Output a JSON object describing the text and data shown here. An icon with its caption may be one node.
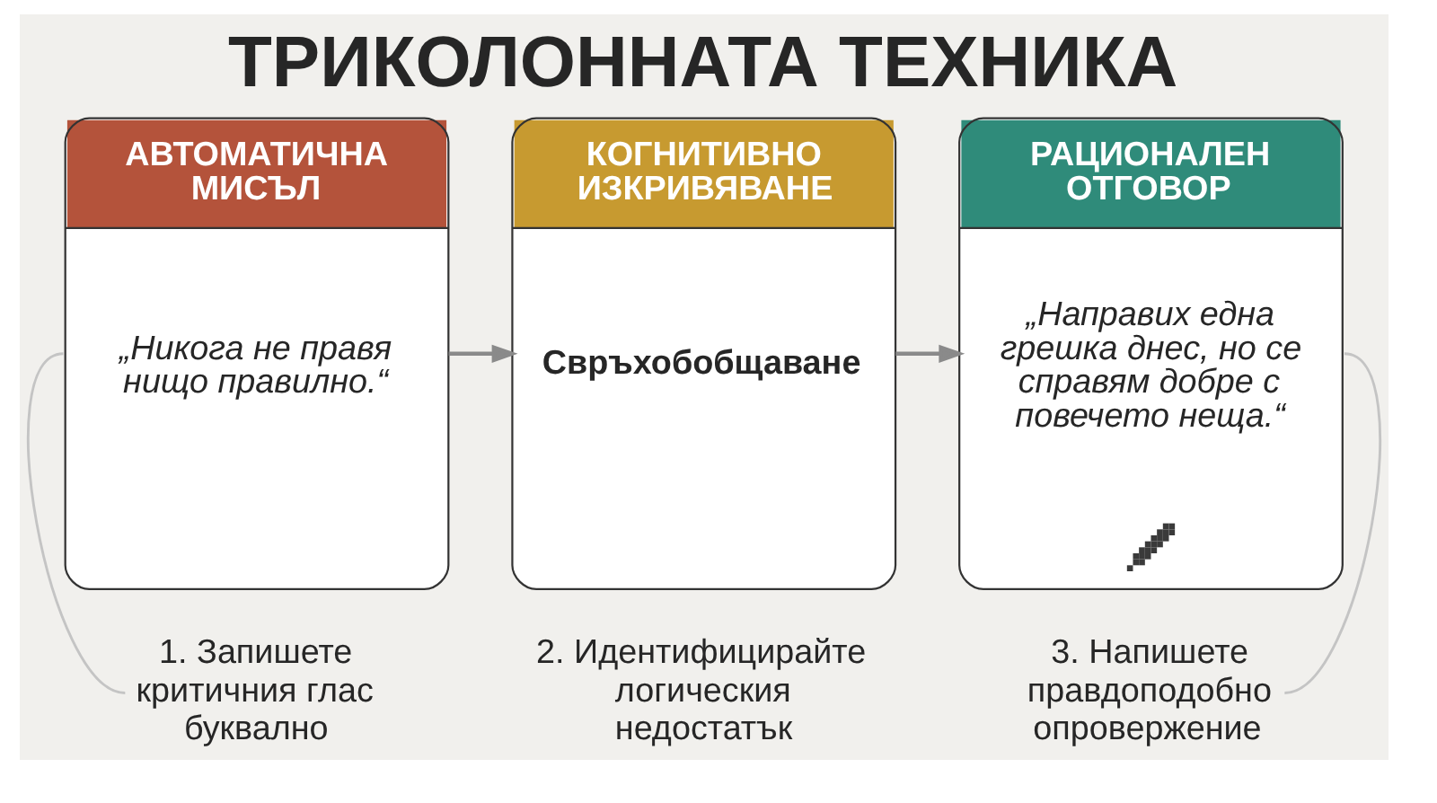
{
  "diagram": {
    "title": "ТРИКОЛОННАТА ТЕХНИКА",
    "nodes": [
      {
        "text": [
          "АВТОМАТИЧНА МИСЪЛ",
          "„Никога не правя нищо правилно.“"
        ]
      },
      {
        "text": [
          "КОГНИТИВНО ИЗКРИВЯВАНЕ",
          "Свръхобобщаване"
        ]
      },
      {
        "text": [
          "РАЦИОНАЛЕН ОТГОВОР",
          "„Направих една грешка днес, но се справям добре с повечето неща.“"
        ]
      },
      {
        "text": [
          "1. Запишете критичния глас буквално"
        ]
      },
      {
        "text": [
          "2. Идентифицирайте логическия недостатък"
        ]
      },
      {
        "text": [
          "3. Напишете правдоподобно опровержение"
        ]
      }
    ],
    "edges": [
      {
        "from": 0,
        "to": 1,
        "arrow": "to"
      },
      {
        "from": 1,
        "to": 2,
        "arrow": "to"
      },
      {
        "from": 0,
        "to": 3,
        "arrow": "none",
        "color": "#c4c4c4"
      },
      {
        "from": 2,
        "to": 5,
        "arrow": "none",
        "color": "#c4c4c4"
      }
    ]
  }
}
